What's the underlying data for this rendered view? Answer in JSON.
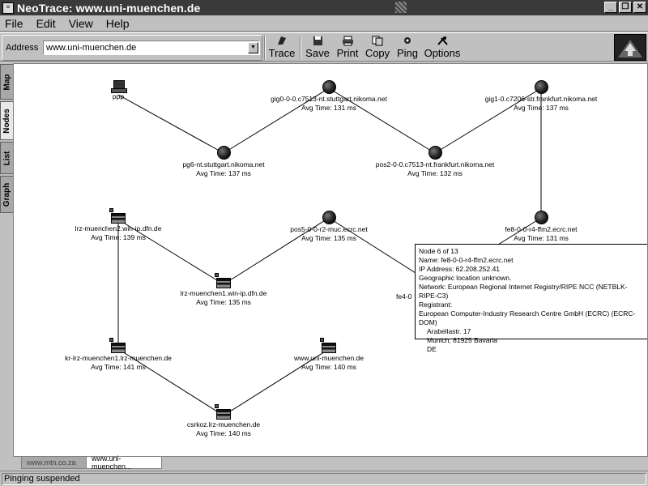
{
  "window": {
    "title": "NeoTrace: www.uni-muenchen.de"
  },
  "menu": [
    "File",
    "Edit",
    "View",
    "Help"
  ],
  "toolbar": {
    "address_label": "Address",
    "address_value": "www.uni-muenchen.de",
    "buttons": [
      "Trace",
      "Save",
      "Print",
      "Copy",
      "Ping",
      "Options"
    ]
  },
  "side_tabs": [
    "Map",
    "Nodes",
    "List",
    "Graph"
  ],
  "nodes": [
    {
      "name": "ppp",
      "time": ""
    },
    {
      "name": "gig0-0-0.c7513-nt.stuttgart.nikoma.net",
      "time": "Avg Time: 131 ms"
    },
    {
      "name": "gig1-0.c7206-str.frankfurt.nikoma.net",
      "time": "Avg Time: 137 ms"
    },
    {
      "name": "pg6-nt.stuttgart.nikoma.net",
      "time": "Avg Time: 137 ms"
    },
    {
      "name": "pos2-0-0.c7513-nt.frankfurt.nikoma.net",
      "time": "Avg Time: 132 ms"
    },
    {
      "name": "lrz-muenchen2.win-ip.dfn.de",
      "time": "Avg Time: 139 ms"
    },
    {
      "name": "pos5-0-0-r2-muc.ecrc.net",
      "time": "Avg Time: 135 ms"
    },
    {
      "name": "fe8-0-0-r4-ffm2.ecrc.net",
      "time": "Avg Time: 131 ms"
    },
    {
      "name": "lrz-muenchen1.win-ip.dfn.de",
      "time": "Avg Time: 135 ms"
    },
    {
      "name": "fe4-0",
      "time": ""
    },
    {
      "name": "kr-lrz-muenchen1.lrz-muenchen.de",
      "time": "Avg Time: 141 ms"
    },
    {
      "name": "www.uni-muenchen.de",
      "time": "Avg Time: 140 ms"
    },
    {
      "name": "csrkoz.lrz-muenchen.de",
      "time": "Avg Time: 140 ms"
    }
  ],
  "tooltip": {
    "lines": [
      "Node 6 of 13",
      "Name: fe8-0-0-r4-ffm2.ecrc.net",
      "IP Address: 62.208.252.41",
      "Geographic location unknown.",
      "Network: European Regional Internet Registry/RIPE NCC (NETBLK-RIPE-C3)",
      "Registrant:",
      "European Computer-Industry Research Centre GmbH (ECRC) (ECRC-DOM)"
    ],
    "address": [
      "Arabellastr. 17",
      "Munich, 81925 Bavaria",
      "DE"
    ]
  },
  "doc_tabs": [
    "www.mtn.co.za",
    "www.uni-muenchen..."
  ],
  "status": "Pinging suspended"
}
